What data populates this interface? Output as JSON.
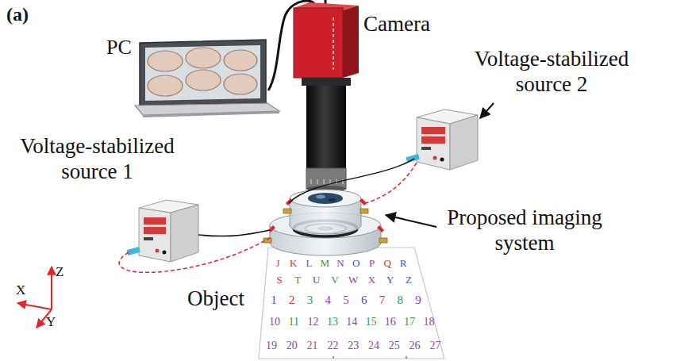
{
  "diagram": {
    "labels": [
      "(a)",
      "PC",
      "Camera",
      "Voltage-stabilized source 2",
      "Voltage-stabilized source 1",
      "Proposed imaging system",
      "Object",
      "Z",
      "X",
      "Y",
      "J",
      "K",
      "L",
      "M",
      "N",
      "O",
      "P",
      "Q",
      "R",
      "S",
      "T",
      "U",
      "V",
      "W",
      "X",
      "Y",
      "Z",
      "1",
      "2",
      "3",
      "4",
      "5",
      "6",
      "7",
      "8",
      "9",
      "10",
      "11",
      "12",
      "13",
      "14",
      "15",
      "16",
      "17",
      "18",
      "19",
      "20",
      "21",
      "22",
      "23",
      "24",
      "25",
      "26",
      "27"
    ]
  }
}
